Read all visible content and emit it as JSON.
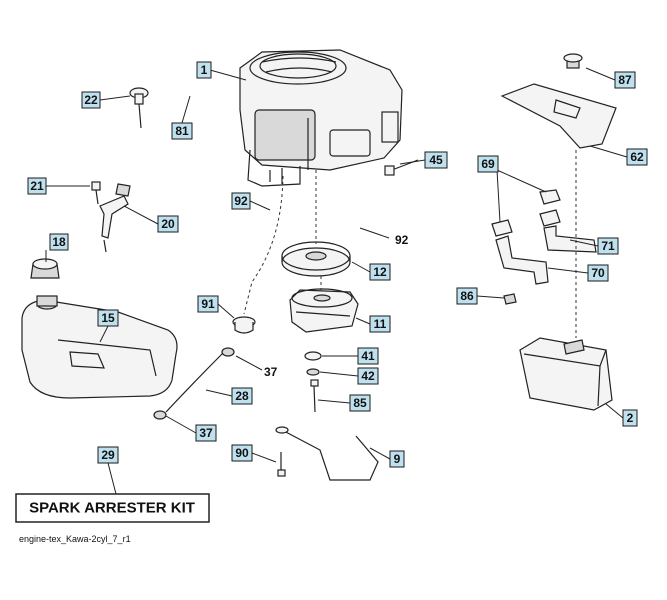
{
  "callouts_boxed": [
    "1",
    "22",
    "81",
    "45",
    "21",
    "20",
    "92",
    "69",
    "62",
    "87",
    "71",
    "70",
    "86",
    "18",
    "15",
    "12",
    "91",
    "11",
    "41",
    "42",
    "85",
    "28",
    "37",
    "29",
    "90",
    "9",
    "2"
  ],
  "callouts_plain": [
    "92",
    "37"
  ],
  "kit_label": "SPARK ARRESTER KIT",
  "reference_code": "engine-tex_Kawa-2cyl_7_r1"
}
